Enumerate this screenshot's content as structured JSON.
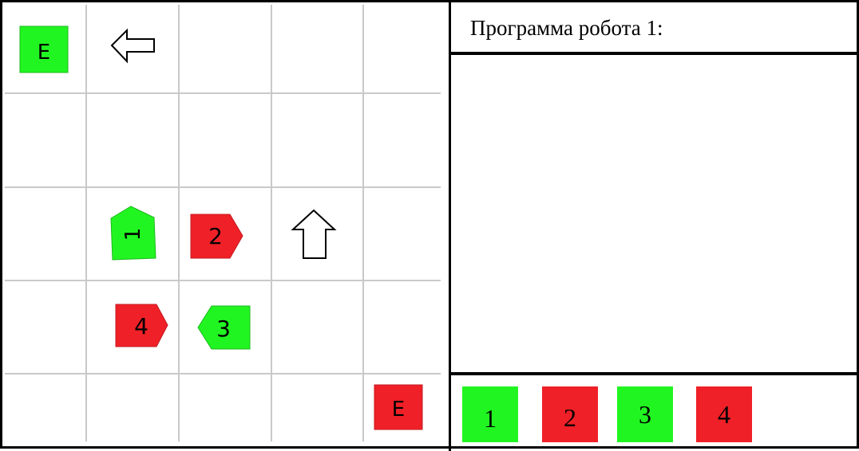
{
  "colors": {
    "green": "#21f521",
    "red": "#ef2027",
    "grid_line": "#c9c9c9",
    "border": "#000000"
  },
  "board": {
    "rows": 5,
    "cols": 5,
    "exit_green_label": "E",
    "exit_red_label": "E",
    "robots": [
      {
        "id": "1",
        "label": "1",
        "color": "green",
        "shape": "pentagon",
        "facing": "up"
      },
      {
        "id": "2",
        "label": "2",
        "color": "red",
        "shape": "arrow-tag",
        "facing": "right"
      },
      {
        "id": "3",
        "label": "3",
        "color": "green",
        "shape": "arrow-tag",
        "facing": "left"
      },
      {
        "id": "4",
        "label": "4",
        "color": "red",
        "shape": "arrow-tag",
        "facing": "right"
      }
    ],
    "arrows": [
      {
        "name": "left-arrow-icon",
        "direction": "left"
      },
      {
        "name": "up-arrow-icon",
        "direction": "up"
      }
    ]
  },
  "program": {
    "title": "Программа робота 1:"
  },
  "palette": {
    "cards": [
      {
        "label": "1",
        "color": "green"
      },
      {
        "label": "2",
        "color": "red"
      },
      {
        "label": "3",
        "color": "green"
      },
      {
        "label": "4",
        "color": "red"
      }
    ]
  }
}
